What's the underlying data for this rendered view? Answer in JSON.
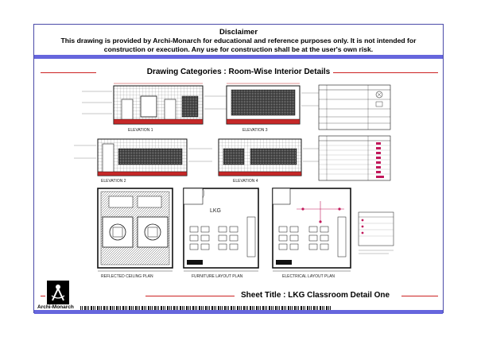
{
  "disclaimer": {
    "title": "Disclaimer",
    "line1": "This drawing is provided by Archi-Monarch for educational and reference purposes only. It is not intended for",
    "line2": "construction or execution. Any use for construction shall be at the user's own risk."
  },
  "header": {
    "drawing_categories": "Drawing Categories : Room-Wise Interior Details"
  },
  "drawings": {
    "elevation1": "ELEVATION 1",
    "elevation3": "ELEVATION 3",
    "elevation2": "ELEVATION 2",
    "elevation4": "ELEVATION 4",
    "room_label": "LKG",
    "rcp": "REFLECTED CEILING PLAN",
    "furniture": "FURNITURE LAYOUT PLAN",
    "electrical": "ELECTRICAL LAYOUT PLAN"
  },
  "footer": {
    "sheet_title": "Sheet Title : LKG Classroom Detail One",
    "brand": "Archi-Monarch"
  },
  "colors": {
    "accent_band": "#6666dd",
    "rule_red": "#cc2222",
    "tile_red": "#c62828",
    "frame_blue": "#4a4aa8"
  },
  "icons": {
    "logo": "compass-logo-icon"
  }
}
